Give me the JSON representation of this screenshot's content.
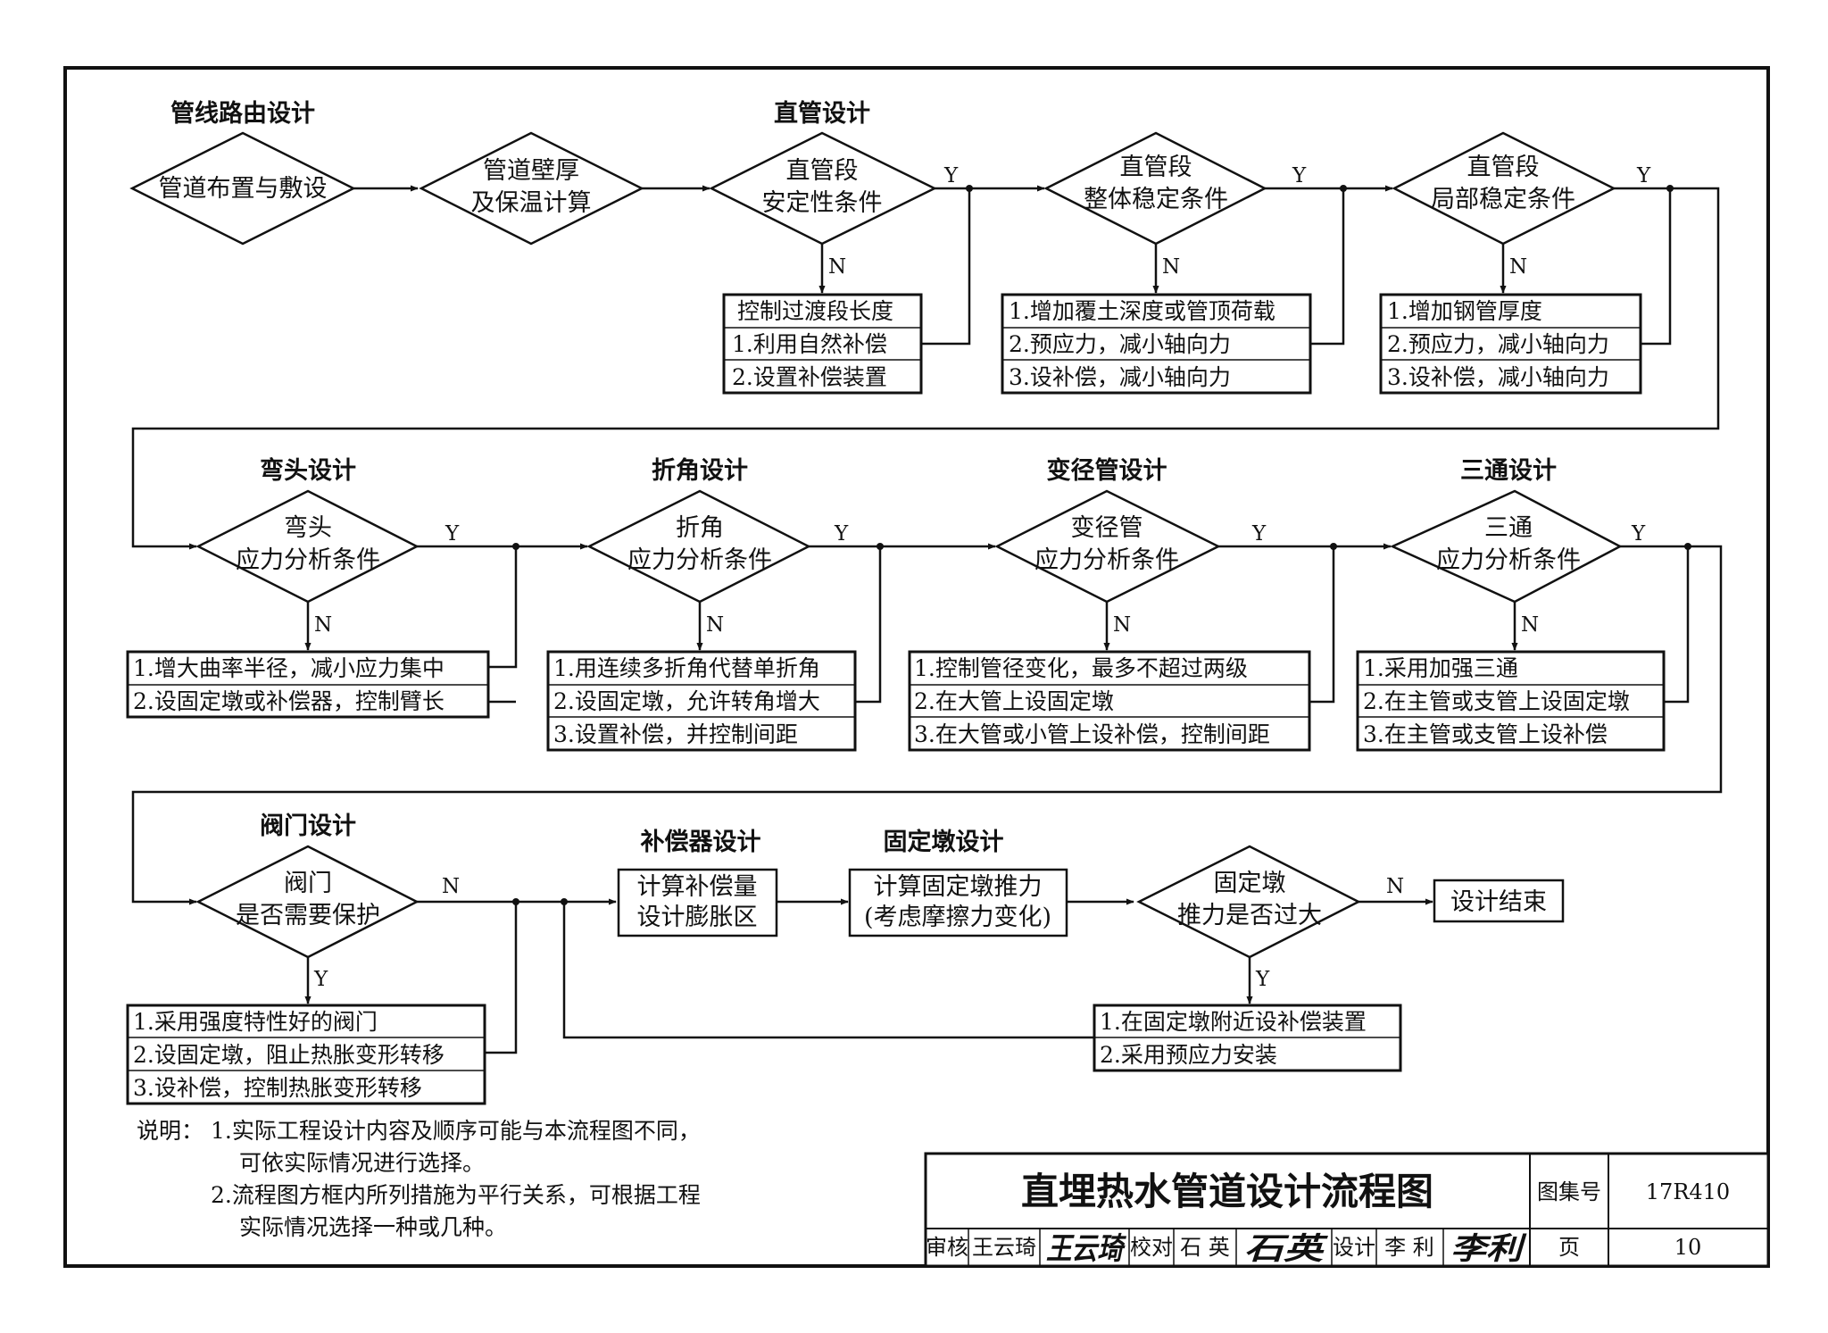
{
  "sections": {
    "routing": "管线路由设计",
    "straight": "直管设计",
    "elbow": "弯头设计",
    "bend": "折角设计",
    "reducer": "变径管设计",
    "tee": "三通设计",
    "valve": "阀门设计",
    "compensator": "补偿器设计",
    "anchor": "固定墩设计"
  },
  "nodes": {
    "d_layout": [
      "管道布置与敷设"
    ],
    "d_wall": [
      "管道壁厚",
      "及保温计算"
    ],
    "d_s1": [
      "直管段",
      "安定性条件"
    ],
    "d_s2": [
      "直管段",
      "整体稳定条件"
    ],
    "d_s3": [
      "直管段",
      "局部稳定条件"
    ],
    "d_elbow": [
      "弯头",
      "应力分析条件"
    ],
    "d_bend": [
      "折角",
      "应力分析条件"
    ],
    "d_reducer": [
      "变径管",
      "应力分析条件"
    ],
    "d_tee": [
      "三通",
      "应力分析条件"
    ],
    "d_valve": [
      "阀门",
      "是否需要保护"
    ],
    "d_anchor": [
      "固定墩",
      "推力是否过大"
    ],
    "p_comp": [
      "计算补偿量",
      "设计膨胀区"
    ],
    "p_anchor": [
      "计算固定墩推力",
      "(考虑摩擦力变化)"
    ],
    "p_end": [
      "设计结束"
    ]
  },
  "boxes": {
    "s1": [
      "控制过渡段长度",
      "1.利用自然补偿",
      "2.设置补偿装置"
    ],
    "s2": [
      "1.增加覆土深度或管顶荷载",
      "2.预应力，减小轴向力",
      "3.设补偿，减小轴向力"
    ],
    "s3": [
      "1.增加钢管厚度",
      "2.预应力，减小轴向力",
      "3.设补偿，减小轴向力"
    ],
    "elbow": [
      "1.增大曲率半径，减小应力集中",
      "2.设固定墩或补偿器，控制臂长"
    ],
    "bend": [
      "1.用连续多折角代替单折角",
      "2.设固定墩，允许转角增大",
      "3.设置补偿，并控制间距"
    ],
    "reducer": [
      "1.控制管径变化，最多不超过两级",
      "2.在大管上设固定墩",
      "3.在大管或小管上设补偿，控制间距"
    ],
    "tee": [
      "1.采用加强三通",
      "2.在主管或支管上设固定墩",
      "3.在主管或支管上设补偿"
    ],
    "valve": [
      "1.采用强度特性好的阀门",
      "2.设固定墩，阻止热胀变形转移",
      "3.设补偿，控制热胀变形转移"
    ],
    "anchor": [
      "1.在固定墩附近设补偿装置",
      "2.采用预应力安装"
    ]
  },
  "labels": {
    "yes": "Y",
    "no": "N"
  },
  "notes": {
    "head": "说明：",
    "lines": [
      "1.实际工程设计内容及顺序可能与本流程图不同，",
      "可依实际情况进行选择。",
      "2.流程图方框内所列措施为平行关系，可根据工程",
      "实际情况选择一种或几种。"
    ]
  },
  "title_block": {
    "title": "直埋热水管道设计流程图",
    "atlas_label": "图集号",
    "atlas_no": "17R410",
    "page_label": "页",
    "page_no": "10",
    "review_label": "审核",
    "reviewer": "王云琦",
    "reviewer_sig": "王云琦",
    "check_label": "校对",
    "checker": "石 英",
    "checker_sig": "石英",
    "design_label": "设计",
    "designer": "李 利",
    "designer_sig": "李利"
  }
}
